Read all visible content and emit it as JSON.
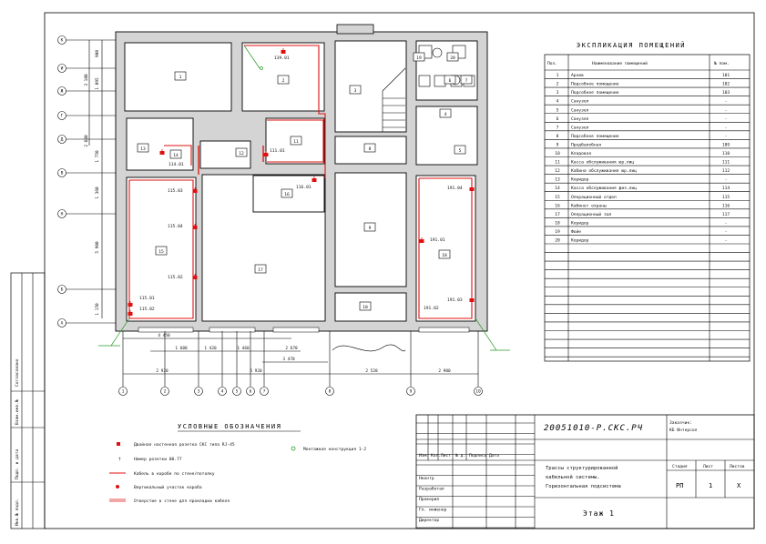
{
  "room_tags": [
    "1",
    "2",
    "3",
    "4",
    "5",
    "6",
    "7",
    "8",
    "9",
    "10",
    "11",
    "12",
    "13",
    "14",
    "15",
    "16",
    "17",
    "18",
    "19",
    "20"
  ],
  "outlet_labels": [
    "139.01",
    "114.01",
    "111.01",
    "116.01",
    "115.03",
    "115.04",
    "115.02",
    "115.01",
    "115.02",
    "191.04",
    "191.01",
    "191.03",
    "191.02"
  ],
  "axes_rows": [
    "К",
    "И",
    "Ж",
    "Г",
    "Д",
    "В",
    "Н",
    "Б",
    "А"
  ],
  "axes_cols": [
    "1",
    "2",
    "3",
    "4",
    "5",
    "6",
    "7",
    "8",
    "9",
    "10"
  ],
  "dims": {
    "left": [
      "900",
      "3 100",
      "1 095",
      "2 680",
      "1 750",
      "1 360",
      "5 900",
      "1 150"
    ],
    "bottom_row1": [
      "4 450",
      "1 600",
      "1 420",
      "1 460",
      "2 670"
    ],
    "bottom_row2": [
      "3 470"
    ],
    "bottom_row3": [
      "2 920",
      "5 920",
      "2 520",
      "2 900"
    ]
  },
  "legend": {
    "title": "УСЛОВНЫЕ ОБОЗНАЧЕНИЯ",
    "items": [
      "Двойная настенная розетка СКС типа RJ-45",
      "Номер розетки 00.77",
      "Кабель в коробе по стене/потолку",
      "Вертикальный участок короба",
      "Отверстие в стене для прокладки кабеля"
    ],
    "right_item": "Монтажная конструкция 1-2"
  },
  "explication": {
    "title": "ЭКСПЛИКАЦИЯ ПОМЕЩЕНИЙ",
    "headers": [
      "Поз.",
      "Наименование помещений",
      "№ пом."
    ],
    "rows": [
      [
        "1",
        "Архив",
        "101"
      ],
      [
        "2",
        "Подсобное помещение",
        "102"
      ],
      [
        "3",
        "Подсобное помещение",
        "103"
      ],
      [
        "4",
        "Санузел",
        "-"
      ],
      [
        "5",
        "Санузел",
        "-"
      ],
      [
        "6",
        "Санузел",
        "-"
      ],
      [
        "7",
        "Санузел",
        "-"
      ],
      [
        "8",
        "Подсобное помещение",
        "-"
      ],
      [
        "9",
        "Предбалобная",
        "109"
      ],
      [
        "10",
        "Кладовая",
        "110"
      ],
      [
        "11",
        "Касса обслуживания юр.лиц",
        "111"
      ],
      [
        "12",
        "Кабина обслуживания юр.лиц",
        "112"
      ],
      [
        "13",
        "Коридор",
        "-"
      ],
      [
        "14",
        "Касса обслуживания физ.лиц",
        "114"
      ],
      [
        "15",
        "Операционный отдел",
        "115"
      ],
      [
        "16",
        "Кабинет охраны",
        "116"
      ],
      [
        "17",
        "Операционный зал",
        "117"
      ],
      [
        "18",
        "Коридор",
        "-"
      ],
      [
        "19",
        "Фойе",
        "-"
      ],
      [
        "20",
        "Коридор",
        "-"
      ]
    ]
  },
  "title_block": {
    "code": "20051010-Р.СКС.РЧ",
    "customer_label": "Заказчик:",
    "customer": "КБ Интерсол",
    "headers": [
      "Изм.",
      "Кол.",
      "Лист",
      "№ д.",
      "Подпись",
      "Дата"
    ],
    "roles": [
      "Нконтр",
      "Разработал",
      "Проверил",
      "Гл. инженер",
      "Директор"
    ],
    "doc_title": "Трассы структурированной кабельной системы. Горизонтальная подсистема",
    "stage_headers": [
      "Стадия",
      "Лист",
      "Листов"
    ],
    "stage_values": [
      "РП",
      "1",
      "Х"
    ],
    "sheet": "Этаж 1"
  },
  "side_stamp": [
    "Согласовано",
    "Взам.инв.№",
    "Подп. и дата",
    "Инв.№ подл."
  ]
}
